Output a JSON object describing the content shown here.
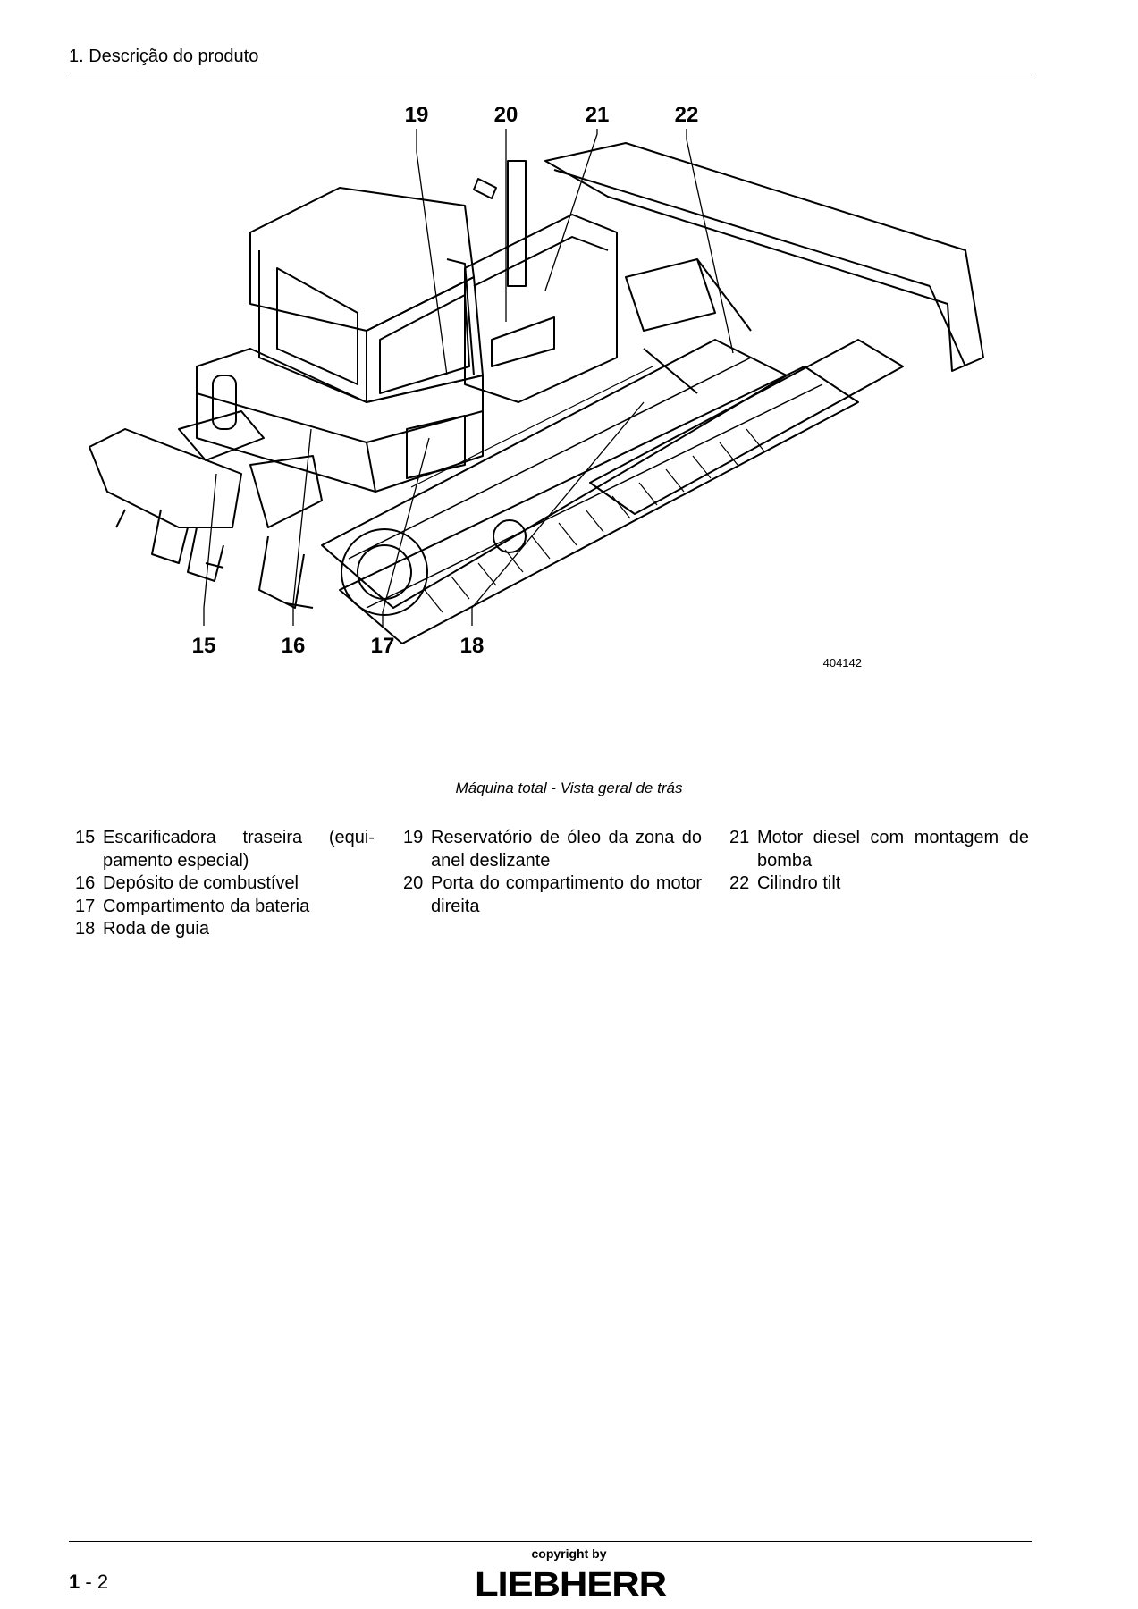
{
  "header": {
    "title": "1. Descrição do produto"
  },
  "figure": {
    "callouts_top": [
      "19",
      "20",
      "21",
      "22"
    ],
    "callouts_bottom": [
      "15",
      "16",
      "17",
      "18"
    ],
    "figure_id": "404142",
    "caption_main": "Máquina total",
    "caption_sep": " - ",
    "caption_sub": "Vista geral de trás"
  },
  "legend": {
    "col1": [
      {
        "num": "15",
        "text": "Escarificadora traseira (equi-pamento especial)"
      },
      {
        "num": "16",
        "text": "Depósito de combustível"
      },
      {
        "num": "17",
        "text": "Compartimento da bateria"
      },
      {
        "num": "18",
        "text": "Roda de guia"
      }
    ],
    "col2": [
      {
        "num": "19",
        "text": "Reservatório de óleo da zona do anel deslizante"
      },
      {
        "num": "20",
        "text": "Porta do compartimento do motor direita"
      }
    ],
    "col3": [
      {
        "num": "21",
        "text": "Motor diesel com montagem de bomba"
      },
      {
        "num": "22",
        "text": "Cilindro tilt"
      }
    ]
  },
  "footer": {
    "page_chapter": "1",
    "page_sep": " - ",
    "page_number": "2",
    "copyright": "copyright by",
    "brand": "LIEBHERR"
  }
}
